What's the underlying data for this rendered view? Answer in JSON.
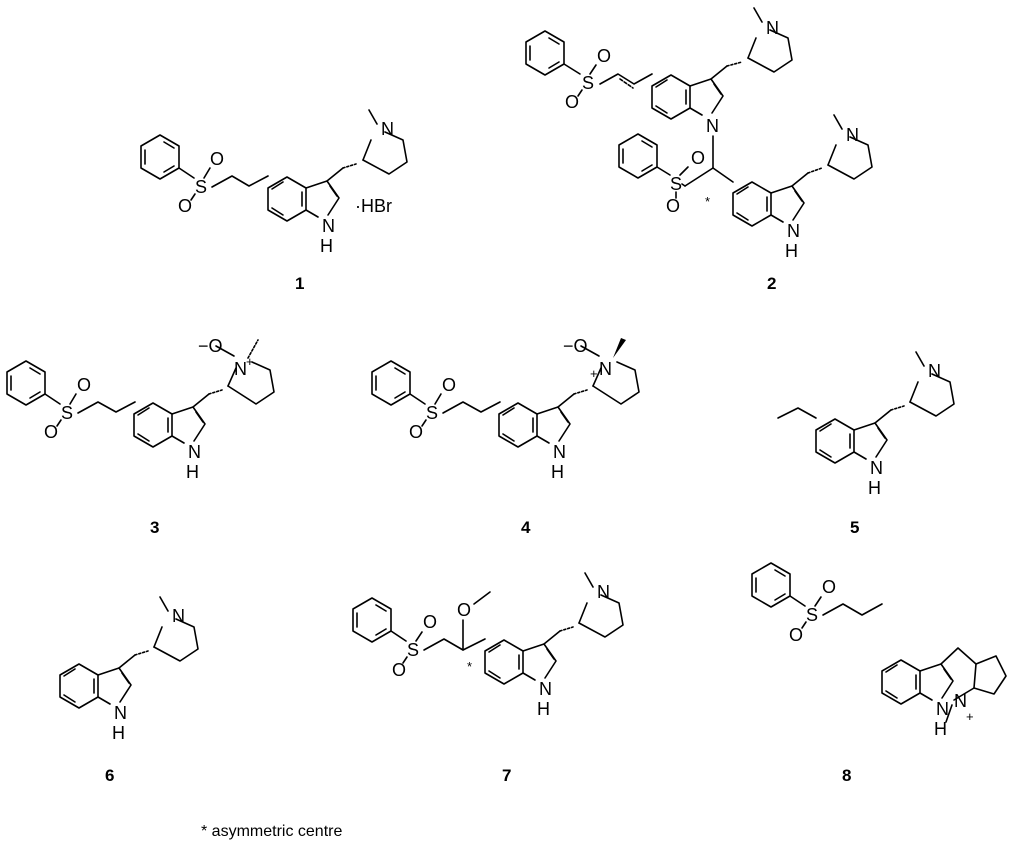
{
  "figure": {
    "compounds": [
      {
        "number": "1",
        "salt": "·HBr"
      },
      {
        "number": "2",
        "stereo_mark": "*"
      },
      {
        "number": "3",
        "charge": "+",
        "anion": "−O"
      },
      {
        "number": "4",
        "charge": "+",
        "anion": "−O"
      },
      {
        "number": "5"
      },
      {
        "number": "6"
      },
      {
        "number": "7",
        "stereo_mark": "*"
      },
      {
        "number": "8",
        "charge": "+"
      }
    ],
    "footnote": "* asymmetric centre"
  },
  "atoms": {
    "N": "N",
    "NH": "N",
    "H": "H",
    "S": "S",
    "O": "O"
  }
}
